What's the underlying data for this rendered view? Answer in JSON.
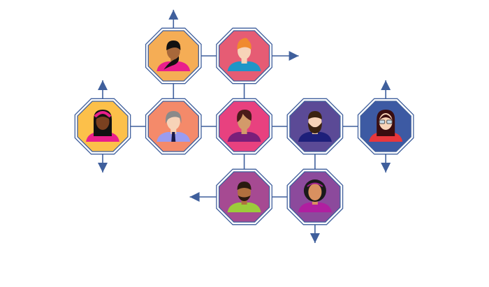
{
  "diagram": {
    "title": "People network",
    "line_color": "#3f5f9c",
    "outline_color": "#3f5f9c",
    "nodes": [
      {
        "id": "n1",
        "name": "woman-ponytail",
        "row": 0,
        "col": 1,
        "bg": "#f5ad55",
        "skin": "#a8683a",
        "hair": "#111111",
        "shirt": "#e91e8c",
        "style": "ponytail"
      },
      {
        "id": "n2",
        "name": "man-redhead",
        "row": 0,
        "col": 2,
        "bg": "#e65c74",
        "skin": "#f7d3b8",
        "hair": "#f08a2e",
        "shirt": "#1e96c8",
        "style": "short-up"
      },
      {
        "id": "n3",
        "name": "woman-headband",
        "row": 1,
        "col": 0,
        "bg": "#fcc04a",
        "skin": "#7a4120",
        "hair": "#111111",
        "shirt": "#e91e8c",
        "style": "long-headband",
        "band": "#e91e8c"
      },
      {
        "id": "n4",
        "name": "man-grey-tie",
        "row": 1,
        "col": 1,
        "bg": "#f48a6a",
        "skin": "#f7d3b8",
        "hair": "#8a8a8a",
        "shirt": "#9a9cf0",
        "style": "grey-tie",
        "tie": "#1b1b4a"
      },
      {
        "id": "n5",
        "name": "woman-short-hair",
        "row": 1,
        "col": 2,
        "bg": "#e8417f",
        "skin": "#d39a6a",
        "hair": "#4a1a1a",
        "shirt": "#7a1f7a",
        "style": "short-bob"
      },
      {
        "id": "n6",
        "name": "man-beard",
        "row": 1,
        "col": 3,
        "bg": "#5b4a96",
        "skin": "#f7d3b8",
        "hair": "#3a2210",
        "shirt": "#1d1f7a",
        "style": "beard"
      },
      {
        "id": "n7",
        "name": "woman-glasses",
        "row": 1,
        "col": 4,
        "bg": "#3d5aa3",
        "skin": "#f7d3b8",
        "hair": "#3a0d10",
        "shirt": "#e8373c",
        "style": "glasses"
      },
      {
        "id": "n8",
        "name": "man-green-shirt",
        "row": 2,
        "col": 2,
        "bg": "#a64a92",
        "skin": "#b0703f",
        "hair": "#2a1a10",
        "shirt": "#9ccb3b",
        "style": "beard-short"
      },
      {
        "id": "n9",
        "name": "woman-curly",
        "row": 2,
        "col": 3,
        "bg": "#8c4a9c",
        "skin": "#d89060",
        "hair": "#1a1a1a",
        "shirt": "#b01fa0",
        "style": "afro",
        "band": "#a02090"
      }
    ],
    "edges": [
      [
        "n1",
        "n2"
      ],
      [
        "n1",
        "n4"
      ],
      [
        "n2",
        "n5"
      ],
      [
        "n3",
        "n4"
      ],
      [
        "n4",
        "n5"
      ],
      [
        "n5",
        "n6"
      ],
      [
        "n6",
        "n7"
      ],
      [
        "n5",
        "n8"
      ],
      [
        "n6",
        "n9"
      ],
      [
        "n8",
        "n9"
      ]
    ],
    "arrows": [
      {
        "from": "n1",
        "direction": "up"
      },
      {
        "from": "n2",
        "direction": "right"
      },
      {
        "from": "n3",
        "direction": "up"
      },
      {
        "from": "n3",
        "direction": "down"
      },
      {
        "from": "n7",
        "direction": "up"
      },
      {
        "from": "n7",
        "direction": "down"
      },
      {
        "from": "n8",
        "direction": "left"
      },
      {
        "from": "n9",
        "direction": "down"
      }
    ]
  }
}
